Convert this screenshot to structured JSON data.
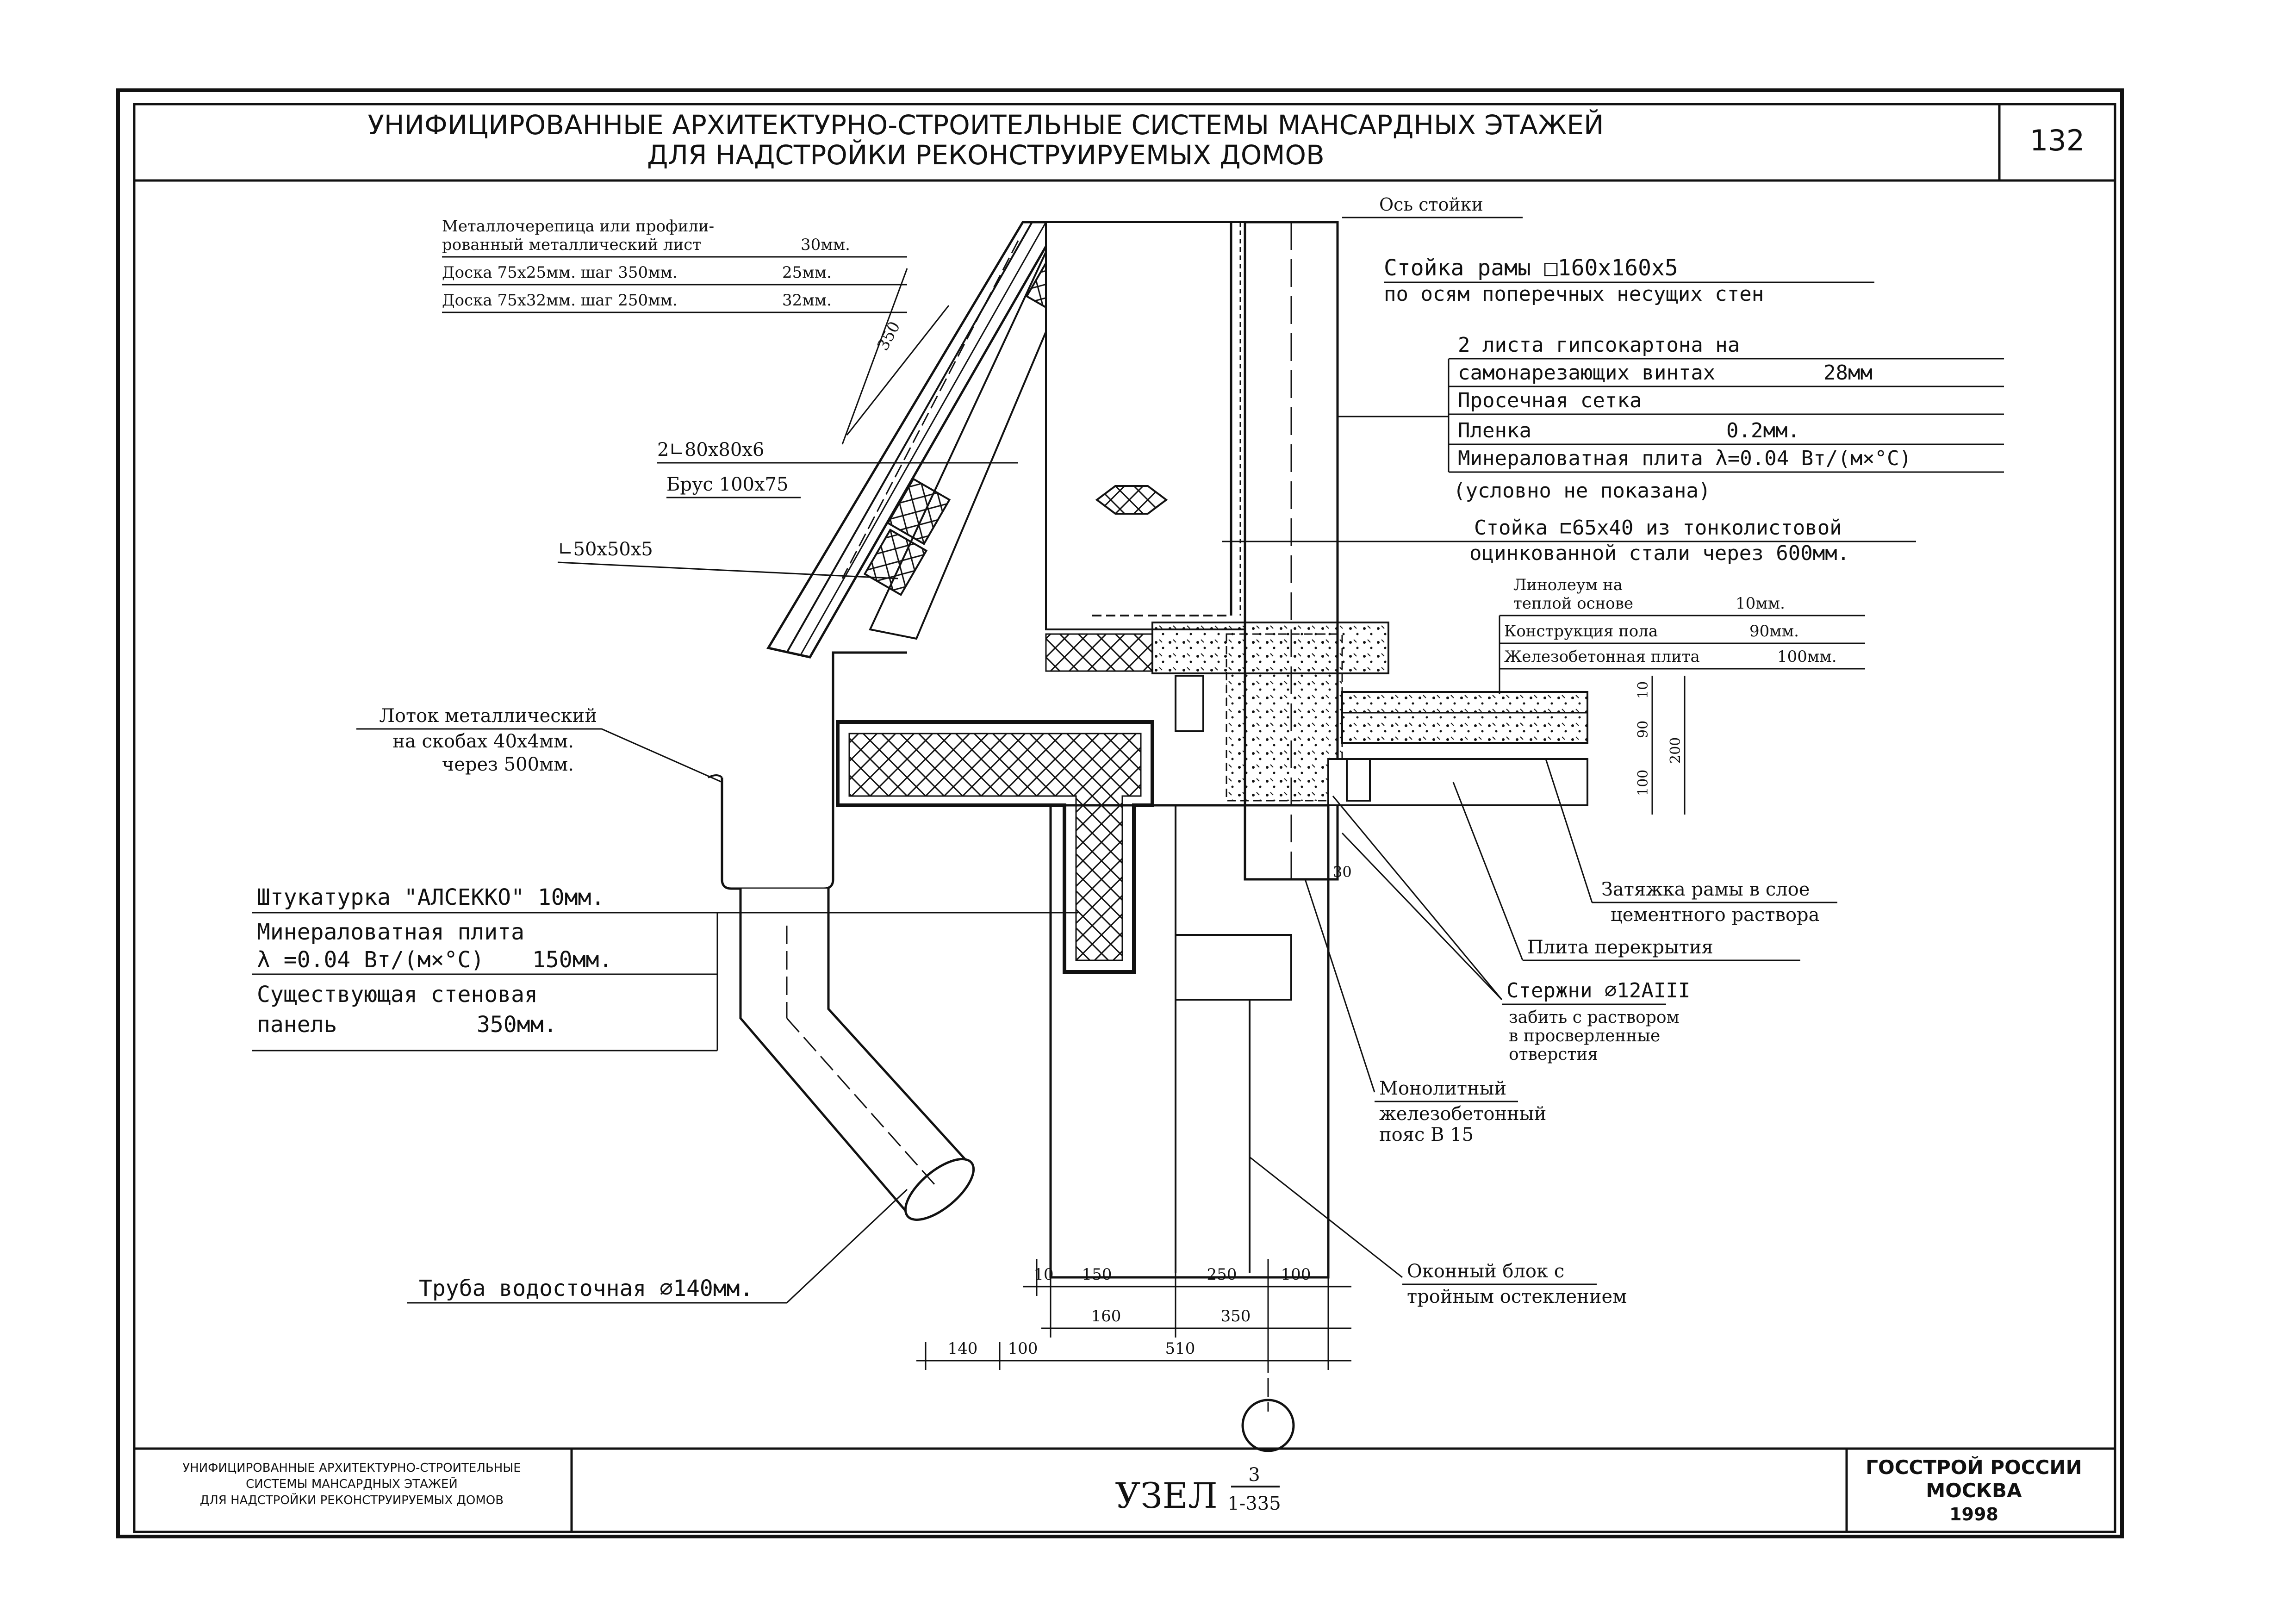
{
  "header": {
    "title_line1": "УНИФИЦИРОВАННЫЕ АРХИТЕКТУРНО-СТРОИТЕЛЬНЫЕ СИСТЕМЫ МАНСАРДНЫХ ЭТАЖЕЙ",
    "title_line2": "ДЛЯ НАДСТРОЙКИ РЕКОНСТРУИРУЕМЫХ ДОМОВ",
    "page_number": "132"
  },
  "roof_labels": {
    "roofing_1": "Металлочерепица или профили-",
    "roofing_2": "рованный металлический лист",
    "roofing_thk": "30мм.",
    "board1": "Доска 75х25мм. шаг 350мм.",
    "board1_thk": "25мм.",
    "board2": "Доска 75х32мм. шаг 250мм.",
    "board2_thk": "32мм.",
    "dim_350": "350",
    "angle_2": "2∟80х80х6",
    "beam": "Брус 100х75",
    "angle_50": "∟50х50х5"
  },
  "right_labels": {
    "axis": "Ось стойки",
    "frame_post_1": "Стойка рамы □160х160х5",
    "frame_post_2": "по осям поперечных несущих стен",
    "gypsum_1": "2 листа гипсокартона на",
    "gypsum_2": "самонарезающих винтах",
    "gypsum_thk": "28мм",
    "mesh": "Просечная сетка",
    "film": "Пленка",
    "film_thk": "0.2мм.",
    "wool": "Минераловатная плита λ=0.04 Вт/(м×°С)",
    "wool_note": "(условно не показана)",
    "stud_1": "Стойка ⊏65х40 из тонколистовой",
    "stud_2": "оцинкованной стали через 600мм.",
    "linoleum_1": "Линолеум на",
    "linoleum_2": "теплой основе",
    "linoleum_thk": "10мм.",
    "floor": "Конструкция пола",
    "floor_thk": "90мм.",
    "slab": "Железобетонная плита",
    "slab_thk": "100мм.",
    "dim_10": "10",
    "dim_90": "90",
    "dim_100": "100",
    "dim_200": "200",
    "tie_1": "Затяжка рамы в слое",
    "tie_2": "цементного раствора",
    "floor_slab": "Плита перекрытия",
    "rods_1": "Стержни ⌀12АIII",
    "rods_2": "забить с раствором",
    "rods_3": "в просверленные",
    "rods_4": "отверстия",
    "belt_1": "Монолитный",
    "belt_2": "железобетонный",
    "belt_3": "пояс В 15",
    "window_1": "Оконный блок с",
    "window_2": "тройным остеклением",
    "dim_30": "30"
  },
  "left_labels": {
    "gutter_1": "Лоток металлический",
    "gutter_2": "на скобах 40х4мм.",
    "gutter_3": "через 500мм.",
    "plaster": "Штукатурка \"АЛСЕККО\"   10мм.",
    "insul_1": "Минераловатная плита",
    "insul_2": "λ =0.04 Вт/(м×°С)",
    "insul_thk": "150мм.",
    "wall_1": "Существующая стеновая",
    "wall_2": "панель",
    "wall_thk": "350мм.",
    "pipe": "Труба водосточная ⌀140мм."
  },
  "dimensions": {
    "d10": "10",
    "d150": "150",
    "d250": "250",
    "d100": "100",
    "d160": "160",
    "d350": "350",
    "d140": "140",
    "d100b": "100",
    "d510": "510"
  },
  "footer": {
    "left_1": "УНИФИЦИРОВАННЫЕ АРХИТЕКТУРНО-СТРОИТЕЛЬНЫЕ",
    "left_2": "СИСТЕМЫ МАНСАРДНЫХ ЭТАЖЕЙ",
    "left_3": "ДЛЯ НАДСТРОЙКИ РЕКОНСТРУИРУЕМЫХ ДОМОВ",
    "node_label": "УЗЕЛ",
    "node_num": "3",
    "node_sheet": "1-335",
    "org_1": "ГОССТРОЙ РОССИИ",
    "org_2": "МОСКВА",
    "year": "1998"
  }
}
